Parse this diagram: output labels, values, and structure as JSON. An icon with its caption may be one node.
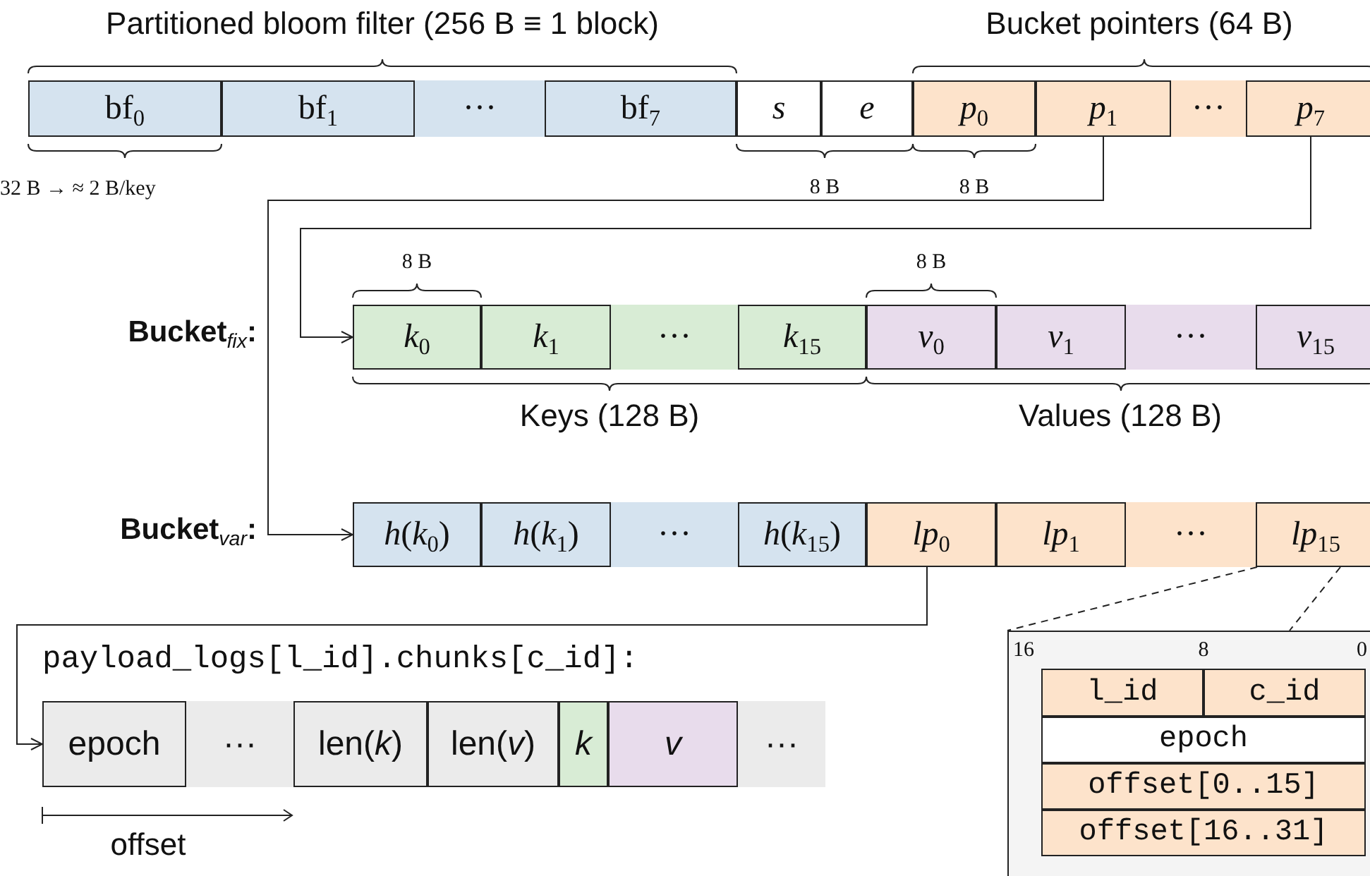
{
  "diagram": {
    "nodes": [
      {
        "text": [
          "bf$_{0}$"
        ]
      },
      {
        "text": [
          "bf$_{1}$"
        ]
      },
      {
        "text": [
          "···"
        ]
      },
      {
        "text": [
          "bf$_{7}$"
        ]
      },
      {
        "text": [
          "*s*"
        ]
      },
      {
        "text": [
          "*e*"
        ]
      },
      {
        "text": [
          "*p*$_{0}$"
        ]
      },
      {
        "text": [
          "*p*$_{1}$"
        ]
      },
      {
        "text": [
          "···"
        ]
      },
      {
        "text": [
          "*p*$_{7}$"
        ]
      },
      {
        "text": [
          "*k*$_{0}$"
        ]
      },
      {
        "text": [
          "*k*$_{1}$"
        ]
      },
      {
        "text": [
          "···"
        ]
      },
      {
        "text": [
          "*k*$_{15}$"
        ]
      },
      {
        "text": [
          "*v*$_{0}$"
        ]
      },
      {
        "text": [
          "*v*$_{1}$"
        ]
      },
      {
        "text": [
          "···"
        ]
      },
      {
        "text": [
          "*v*$_{15}$"
        ]
      },
      {
        "text": [
          "*h*(*k*$_{0}$)"
        ]
      },
      {
        "text": [
          "*h*(*k*$_{1}$)"
        ]
      },
      {
        "text": [
          "···"
        ]
      },
      {
        "text": [
          "*h*(*k*$_{15}$)"
        ]
      },
      {
        "text": [
          "*lp*$_{0}$"
        ]
      },
      {
        "text": [
          "*lp*$_{1}$"
        ]
      },
      {
        "text": [
          "···"
        ]
      },
      {
        "text": [
          "*lp*$_{15}$"
        ]
      },
      {
        "text": [
          "epoch"
        ]
      },
      {
        "text": [
          "···"
        ]
      },
      {
        "text": [
          "len(*k*)"
        ]
      },
      {
        "text": [
          "len(*v*)"
        ]
      },
      {
        "text": [
          "*k*"
        ]
      },
      {
        "text": [
          "*v*"
        ]
      },
      {
        "text": [
          "···"
        ]
      },
      {
        "text": [],
        "shape": "box"
      },
      {
        "text": [
          "l_id"
        ],
        "in": 33
      },
      {
        "text": [
          "c_id"
        ],
        "in": 33
      },
      {
        "text": [
          "epoch"
        ],
        "in": 33
      },
      {
        "text": [
          "offset[0..15]"
        ],
        "in": 33
      },
      {
        "text": [
          "offset[16..31]"
        ],
        "in": 33
      }
    ],
    "edges": [
      {
        "from": 7,
        "to": 18,
        "arrow": "to"
      },
      {
        "from": 9,
        "to": 10,
        "arrow": "to"
      },
      {
        "from": 22,
        "to": 26,
        "arrow": "to"
      },
      {
        "from": 25,
        "to": 33,
        "arrow": "none",
        "style": "dashed"
      },
      {
        "from": 25,
        "to": 33,
        "arrow": "none",
        "style": "dashed"
      }
    ],
    "labels": [
      "Partitioned bloom filter (256 B ≡ 1 block)",
      "Bucket pointers (64 B)",
      "32 B → ≈ 2 B/key",
      "8 B",
      "8 B",
      "8 B",
      "8 B",
      "Bucket$_{fix}$:",
      "Keys (128 B)",
      "Values (128 B)",
      "Bucket$_{var}$:",
      "payload_logs[l_id].chunks[c_id]:",
      "16",
      "8",
      "0",
      "offset"
    ]
  }
}
